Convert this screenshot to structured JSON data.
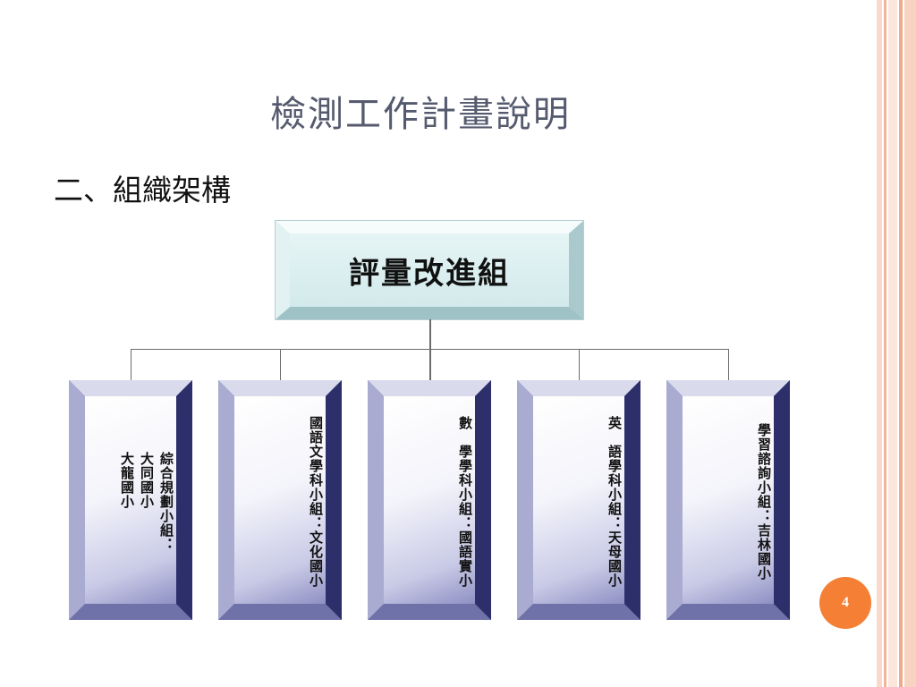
{
  "slide": {
    "title": "檢測工作計畫說明",
    "section": "二、組織架構",
    "page_number": "4"
  },
  "org_chart": {
    "root": "評量改進組",
    "children": [
      {
        "label": "綜合規劃小組：\n大同國小\n大龍國小"
      },
      {
        "label": "國語文學科小組：文化國小"
      },
      {
        "label": "數　學學科小組：國語實小"
      },
      {
        "label": "英　語學科小組：天母國小"
      },
      {
        "label": "學習諮詢小組：吉林國小"
      }
    ]
  },
  "colors": {
    "accent_orange": "#f47f35",
    "root_box": "#d6ecee",
    "child_box": "#4d4f8e",
    "title_text": "#555a6e"
  }
}
